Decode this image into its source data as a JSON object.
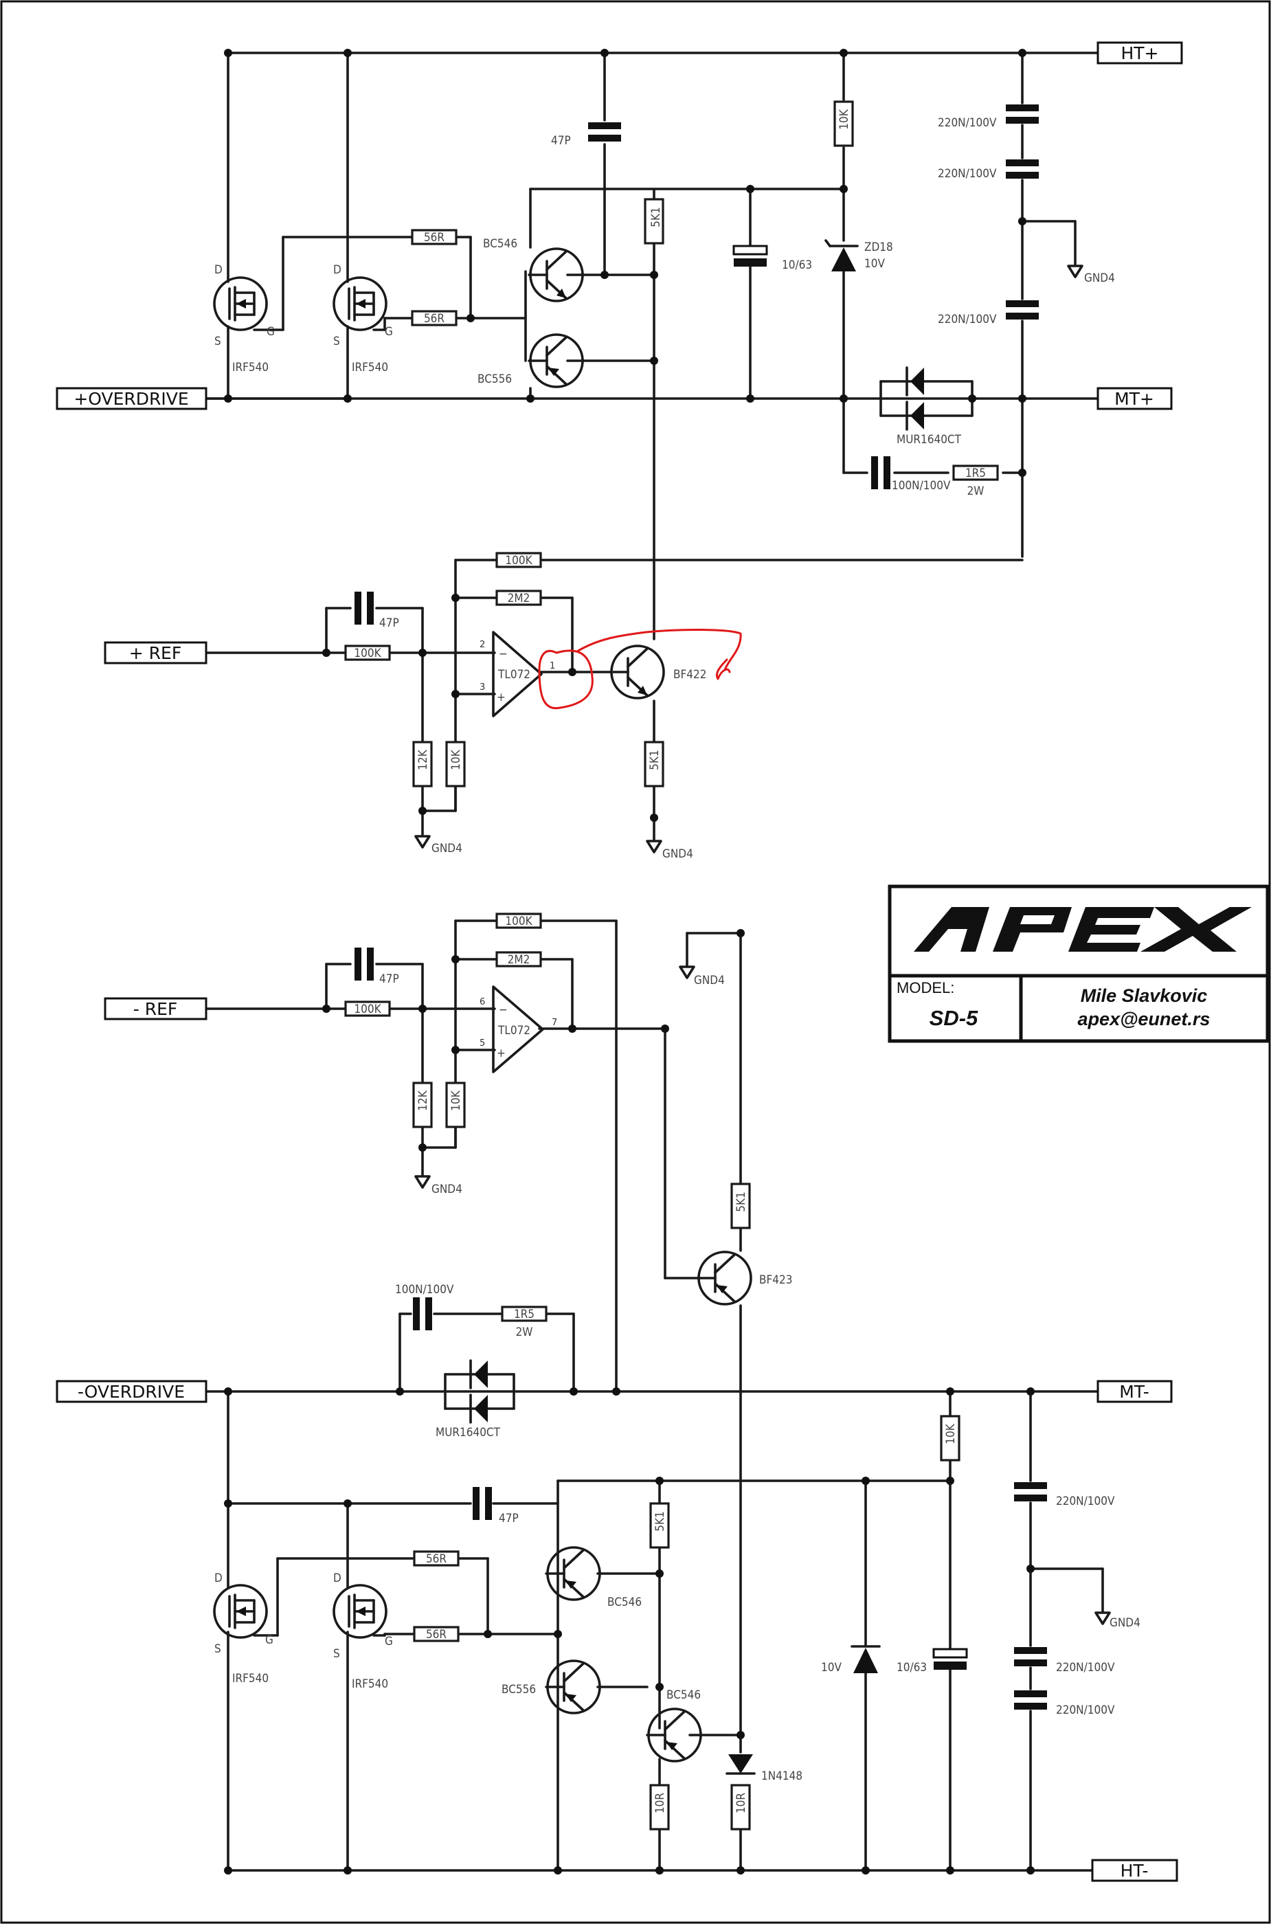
{
  "ports": {
    "ht_plus": "HT+",
    "mt_plus": "MT+",
    "overdrive_plus": "+OVERDRIVE",
    "ref_plus": "+ REF",
    "ref_minus": "- REF",
    "overdrive_minus": "-OVERDRIVE",
    "mt_minus": "MT-",
    "ht_minus": "HT-"
  },
  "labels": {
    "irf540": "IRF540",
    "bc546": "BC546",
    "bc556": "BC556",
    "bf422": "BF422",
    "bf423": "BF423",
    "tl072": "TL072",
    "mur1640ct": "MUR1640CT",
    "n4148": "1N4148",
    "zd18": "ZD18",
    "v10": "10V",
    "c47p": "47P",
    "c220n": "220N/100V",
    "c100n": "100N/100V",
    "c10_63": "10/63",
    "r56": "56R",
    "r5k1": "5K1",
    "r10k": "10K",
    "r100k": "100K",
    "r2m2": "2M2",
    "r12k": "12K",
    "r1r5": "1R5",
    "w2": "2W",
    "r10r": "10R",
    "gnd4": "GND4",
    "pin_d": "D",
    "pin_s": "S",
    "pin_g": "G",
    "pin1": "1",
    "pin2": "2",
    "pin3": "3",
    "pin5": "5",
    "pin6": "6",
    "pin7": "7",
    "minus": "−",
    "plus": "+"
  },
  "title_block": {
    "logo": "APEX",
    "model_label": "MODEL:",
    "model": "SD-5",
    "author": "Mile Slavkovic",
    "email": "apex@eunet.rs"
  },
  "colors": {
    "annotation": "#e01818",
    "ink": "#1a1a1a"
  }
}
